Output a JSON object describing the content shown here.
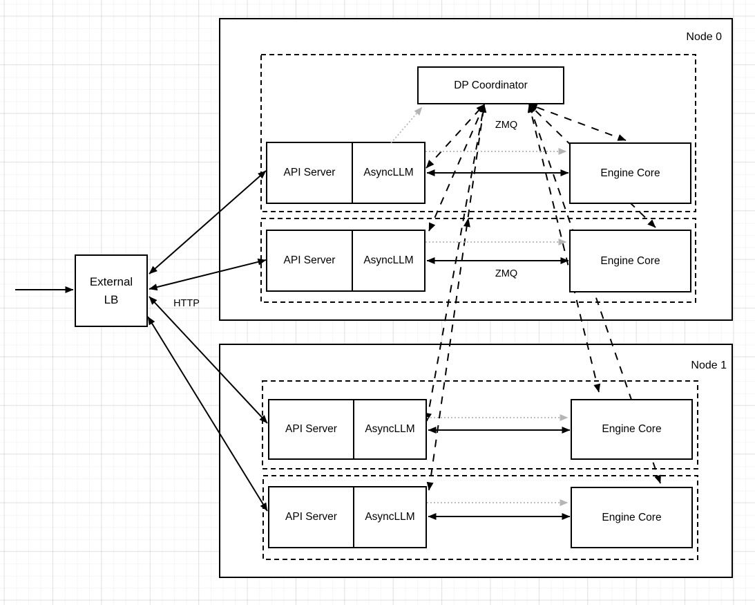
{
  "colors": {
    "line": "#000000",
    "dotted_link": "#b5b5b5",
    "box_fill": "#ffffff"
  },
  "external_lb": {
    "line1": "External",
    "line2": "LB"
  },
  "edge_labels": {
    "http": "HTTP",
    "zmq_coordinator": "ZMQ",
    "zmq_engine": "ZMQ"
  },
  "node0": {
    "title": "Node 0",
    "coordinator_label": "DP Coordinator",
    "rows": [
      {
        "api_server": "API Server",
        "async_llm": "AsyncLLM",
        "engine_core": "Engine Core"
      },
      {
        "api_server": "API Server",
        "async_llm": "AsyncLLM",
        "engine_core": "Engine Core"
      }
    ]
  },
  "node1": {
    "title": "Node 1",
    "rows": [
      {
        "api_server": "API Server",
        "async_llm": "AsyncLLM",
        "engine_core": "Engine Core"
      },
      {
        "api_server": "API Server",
        "async_llm": "AsyncLLM",
        "engine_core": "Engine Core"
      }
    ]
  }
}
